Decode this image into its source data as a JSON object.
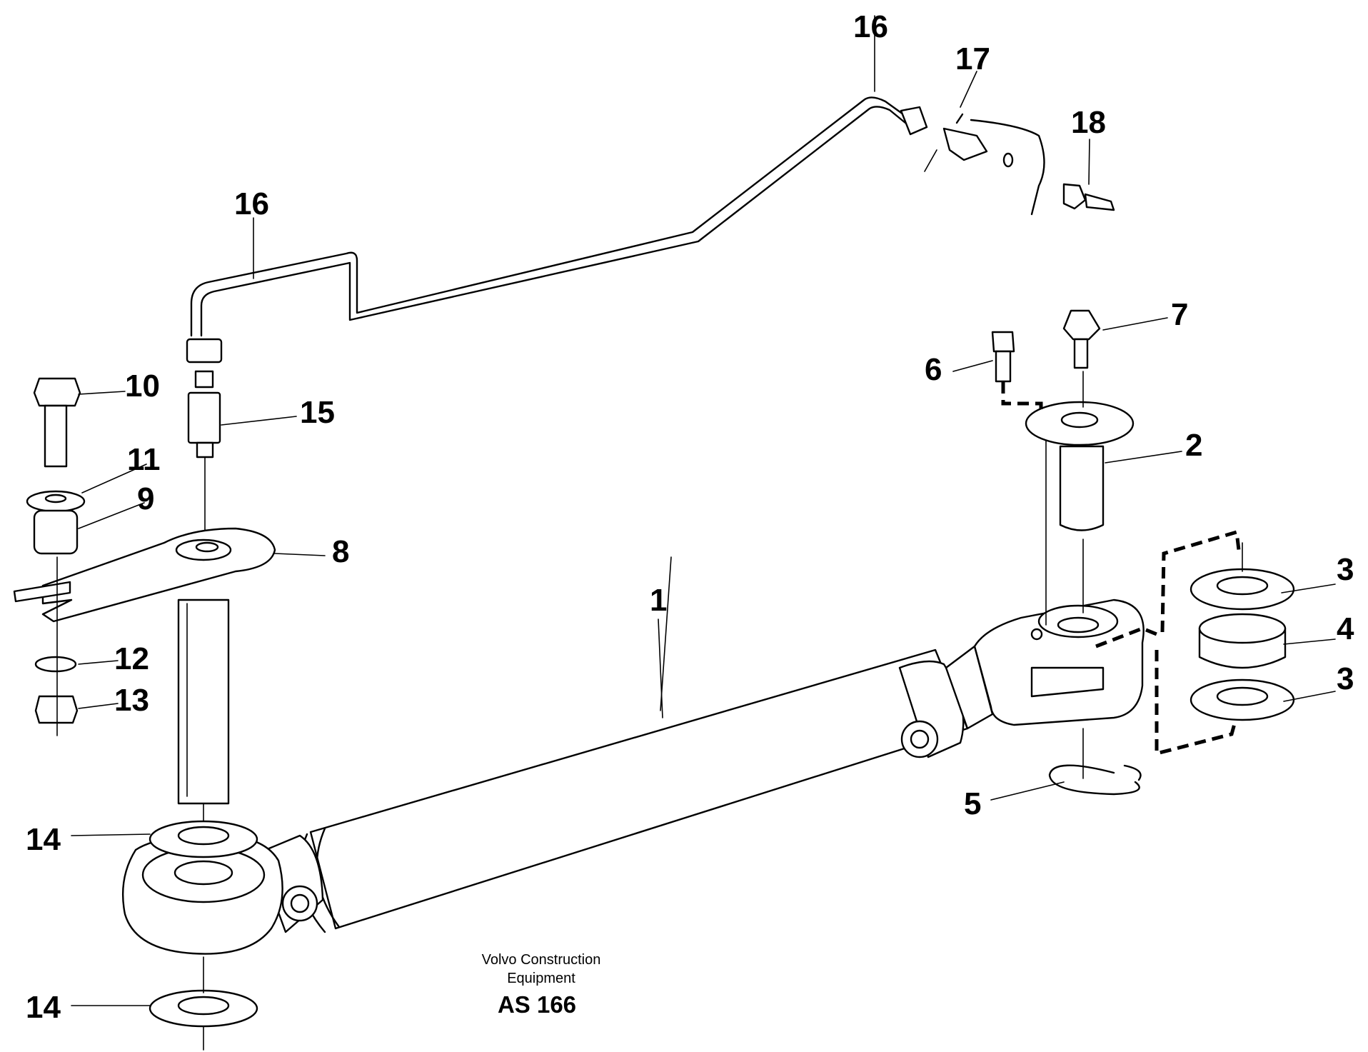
{
  "callouts": [
    {
      "id": "c1",
      "text": "1"
    },
    {
      "id": "c2",
      "text": "2"
    },
    {
      "id": "c3a",
      "text": "3"
    },
    {
      "id": "c3b",
      "text": "3"
    },
    {
      "id": "c4",
      "text": "4"
    },
    {
      "id": "c5",
      "text": "5"
    },
    {
      "id": "c6",
      "text": "6"
    },
    {
      "id": "c7",
      "text": "7"
    },
    {
      "id": "c8",
      "text": "8"
    },
    {
      "id": "c9",
      "text": "9"
    },
    {
      "id": "c10",
      "text": "10"
    },
    {
      "id": "c11",
      "text": "11"
    },
    {
      "id": "c12",
      "text": "12"
    },
    {
      "id": "c13",
      "text": "13"
    },
    {
      "id": "c14a",
      "text": "14"
    },
    {
      "id": "c14b",
      "text": "14"
    },
    {
      "id": "c15",
      "text": "15"
    },
    {
      "id": "c16a",
      "text": "16"
    },
    {
      "id": "c16b",
      "text": "16"
    },
    {
      "id": "c17",
      "text": "17"
    },
    {
      "id": "c18",
      "text": "18"
    }
  ],
  "caption": {
    "line1": "Volvo Construction",
    "line2": "Equipment",
    "code": "AS 166"
  }
}
